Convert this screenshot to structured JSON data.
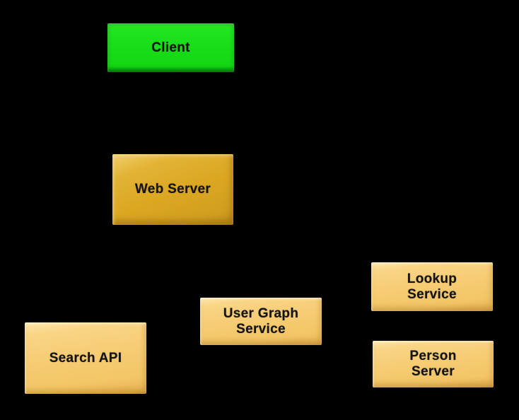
{
  "diagram": {
    "background_color": "#000000",
    "text_color": "#141414",
    "node_colors": {
      "client_green": "#18DD18",
      "web_server_gold": "#DBA722",
      "service_tan": "#F6CB72"
    },
    "edges_visible": false,
    "nodes": [
      {
        "id": "client",
        "label": "Client",
        "fill": "#18DD18"
      },
      {
        "id": "web-server",
        "label": "Web Server",
        "fill": "#DBA722"
      },
      {
        "id": "search-api",
        "label": "Search API",
        "fill": "#F6CB72"
      },
      {
        "id": "user-graph-service",
        "label": "User Graph\nService",
        "fill": "#F6CB72"
      },
      {
        "id": "lookup-service",
        "label": "Lookup\nService",
        "fill": "#F6CB72"
      },
      {
        "id": "person-server",
        "label": "Person\nServer",
        "fill": "#F6CB72"
      }
    ]
  }
}
